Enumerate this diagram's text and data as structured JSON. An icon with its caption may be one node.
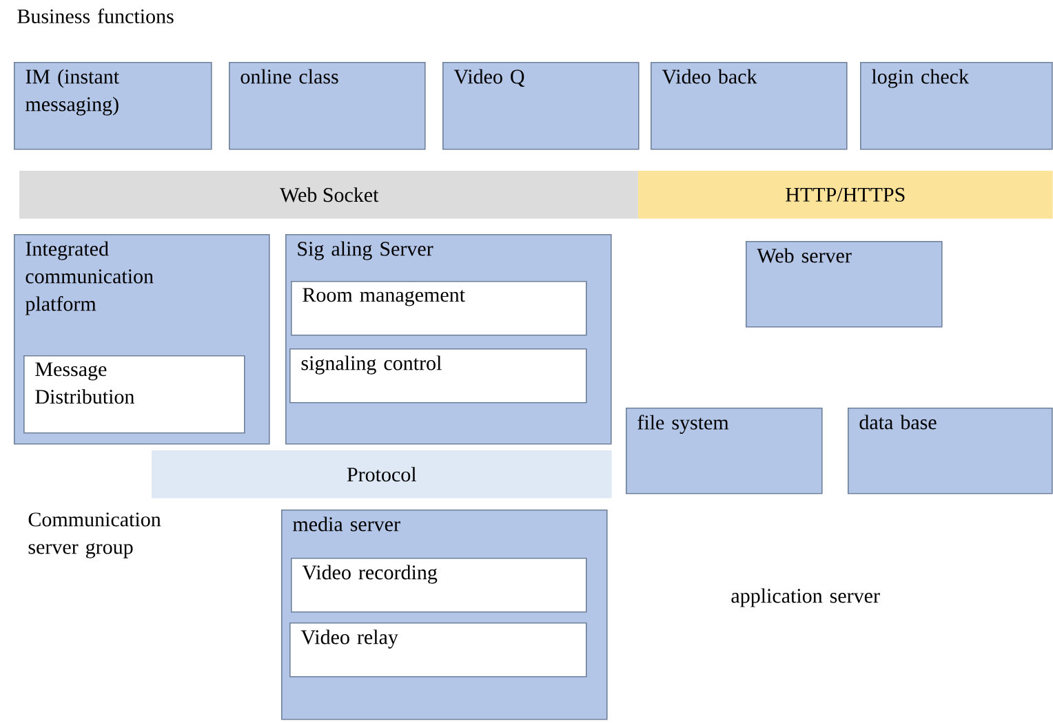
{
  "diagram": {
    "nodes": [
      {
        "text": [
          "IM (instant messaging)"
        ]
      },
      {
        "text": [
          "online class"
        ]
      },
      {
        "text": [
          "Video Q"
        ]
      },
      {
        "text": [
          "Video back"
        ]
      },
      {
        "text": [
          "login check"
        ]
      },
      {
        "text": [
          "Web Socket"
        ]
      },
      {
        "text": [
          "HTTP/HTTPS"
        ]
      },
      {
        "text": [
          "Integrated communication platform"
        ]
      },
      {
        "text": [
          "Message Distribution"
        ],
        "in": 7
      },
      {
        "text": [
          "Sig aling Server"
        ]
      },
      {
        "text": [
          "Room management"
        ],
        "in": 9
      },
      {
        "text": [
          "signaling control"
        ],
        "in": 9
      },
      {
        "text": [
          "Web server"
        ]
      },
      {
        "text": [
          "file system"
        ]
      },
      {
        "text": [
          "data base"
        ]
      },
      {
        "text": [
          "Protocol"
        ]
      },
      {
        "text": [
          "media server"
        ]
      },
      {
        "text": [
          "Video recording"
        ],
        "in": 16
      },
      {
        "text": [
          "Video relay"
        ],
        "in": 16
      }
    ],
    "labels": [
      "Business functions",
      "Communication server group",
      "application server"
    ]
  }
}
